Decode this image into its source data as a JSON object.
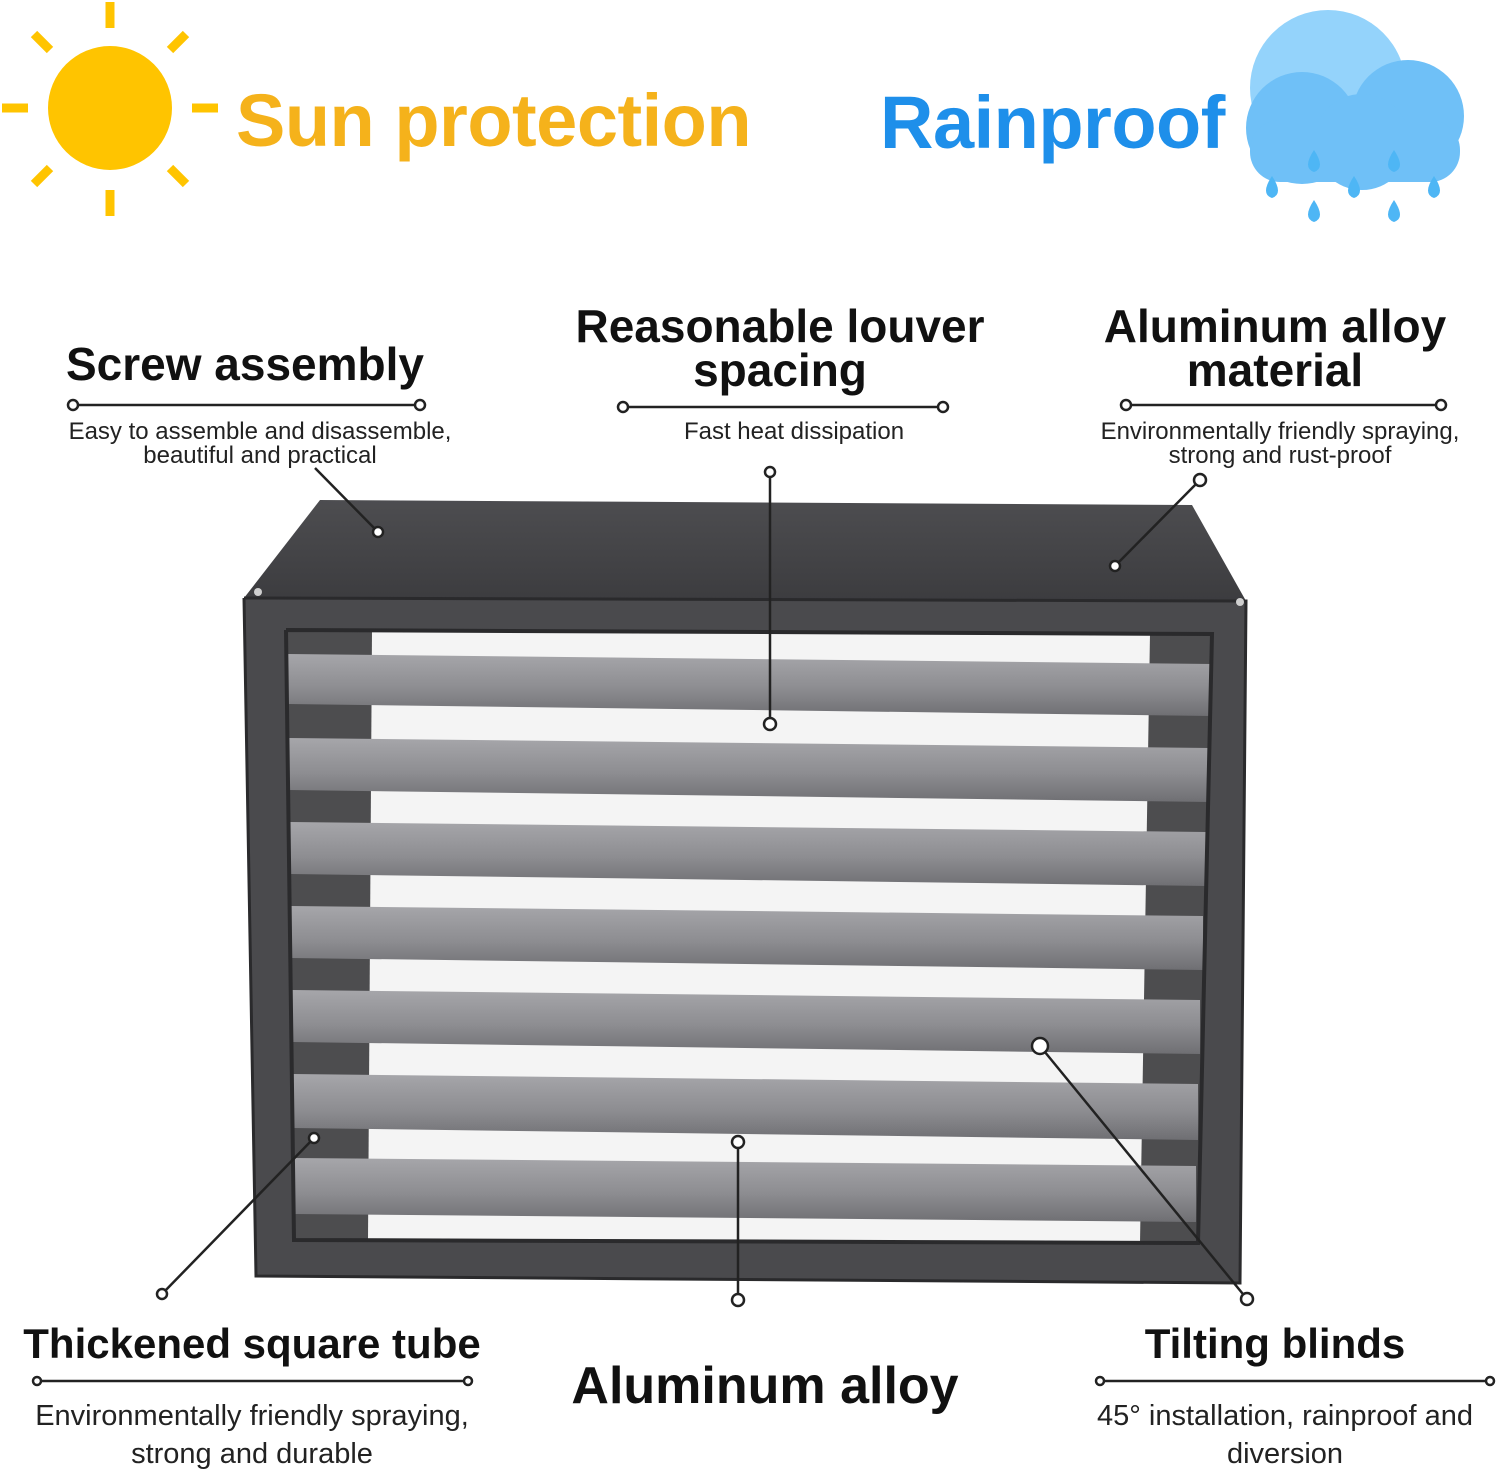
{
  "banner": {
    "sun_text": "Sun protection",
    "rain_text": "Rainproof",
    "sun_color": "#F5B21B",
    "rain_color": "#1E8FEA"
  },
  "features": {
    "screw": {
      "title": "Screw assembly",
      "desc_line1": "Easy to assemble and disassemble,",
      "desc_line2": "beautiful and practical"
    },
    "louver": {
      "title_line1": "Reasonable louver",
      "title_line2": "spacing",
      "desc": "Fast heat dissipation"
    },
    "material": {
      "title_line1": "Aluminum alloy",
      "title_line2": "material",
      "desc_line1": "Environmentally friendly spraying,",
      "desc_line2": "strong and rust-proof"
    },
    "tube": {
      "title": "Thickened square tube",
      "desc_line1": "Environmentally friendly spraying,",
      "desc_line2": "strong and durable"
    },
    "alloy": {
      "title": "Aluminum alloy"
    },
    "blinds": {
      "title": "Tilting blinds",
      "desc_line1": "45° installation, rainproof and",
      "desc_line2": "diversion"
    }
  },
  "icons": {
    "sun": "sun-icon",
    "rain": "rain-cloud-icon"
  },
  "product": {
    "frame_color": "#4A4A4D",
    "slat_color": "#8E8E92"
  }
}
